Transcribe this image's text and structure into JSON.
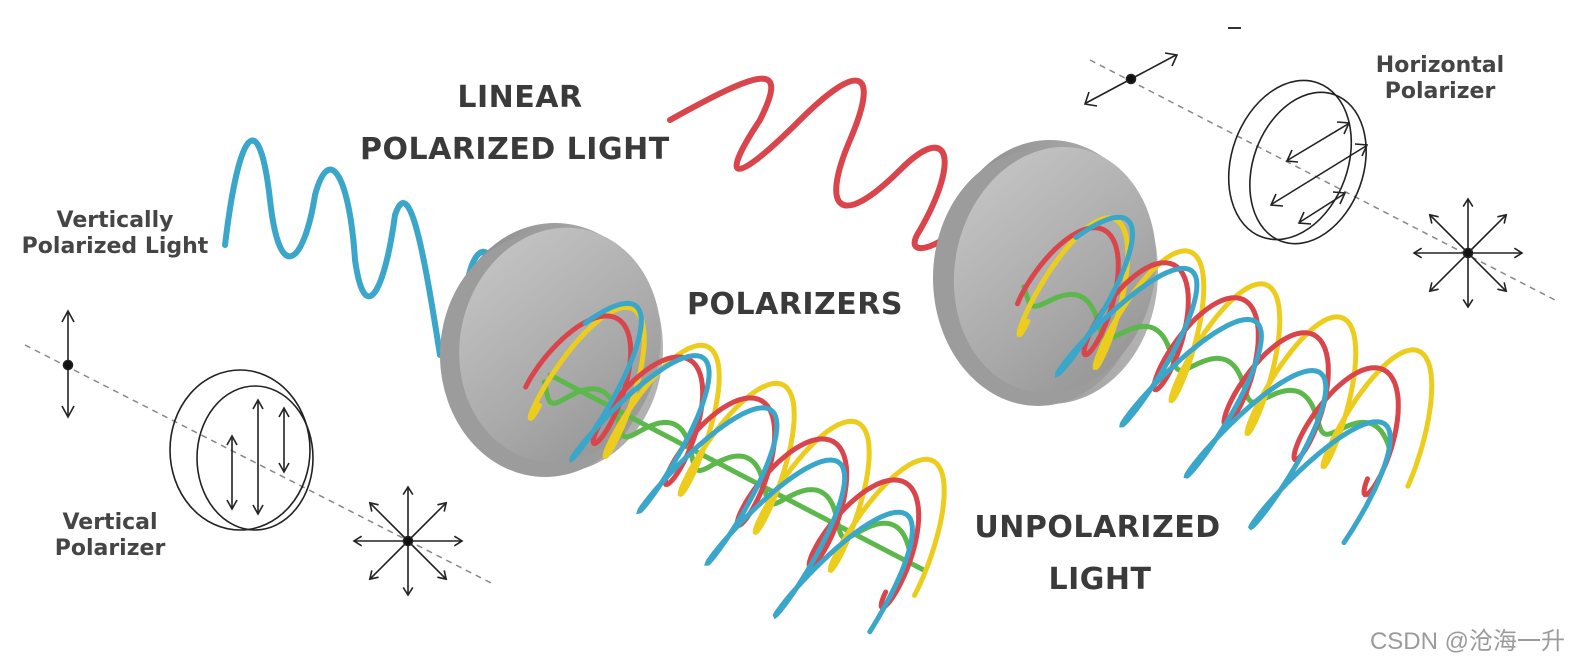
{
  "labels": {
    "linear_line1": "LINEAR",
    "linear_line2": "POLARIZED LIGHT",
    "polarizers": "POLARIZERS",
    "unpolarized_line1": "UNPOLARIZED",
    "unpolarized_line2": "LIGHT",
    "vertically_line1": "Vertically",
    "vertically_line2": "Polarized Light",
    "horizontal_line1": "Horizontal",
    "horizontal_line2": "Polarizer",
    "vertical_line1": "Vertical",
    "vertical_line2": "Polarizer"
  },
  "watermark": "CSDN @沧海一升",
  "colors": {
    "blue_wave": "#3aa6c9",
    "red_wave": "#d9454b",
    "yellow_wave": "#eccd1e",
    "green_wave": "#5cb84a",
    "polarizer_gray": "#a8a8a8",
    "text": "#3a3a3a"
  }
}
